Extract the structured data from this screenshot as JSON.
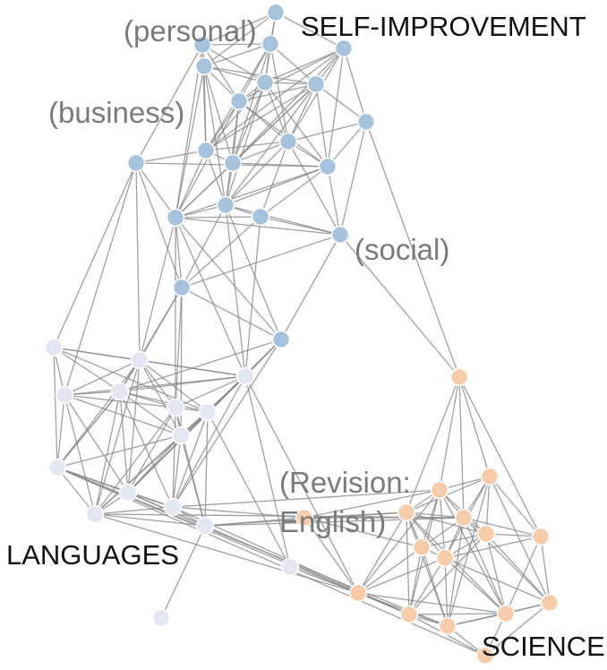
{
  "labels": {
    "self_improvement": "SELF-IMPROVEMENT",
    "languages": "LANGUAGES",
    "science": "SCIENCE",
    "personal": "(personal)",
    "business": "(business)",
    "social": "(social)",
    "revision_line1": "(Revision:",
    "revision_line2": "English)"
  },
  "colors": {
    "self_improvement": "#a6c3de",
    "languages": "#e3e7f4",
    "science": "#f6ccaa",
    "edge": "#8a8a8a",
    "cluster_label": "#111111",
    "sub_label": "#7a7a7a"
  },
  "clusters": [
    "self_improvement",
    "languages",
    "science"
  ]
}
